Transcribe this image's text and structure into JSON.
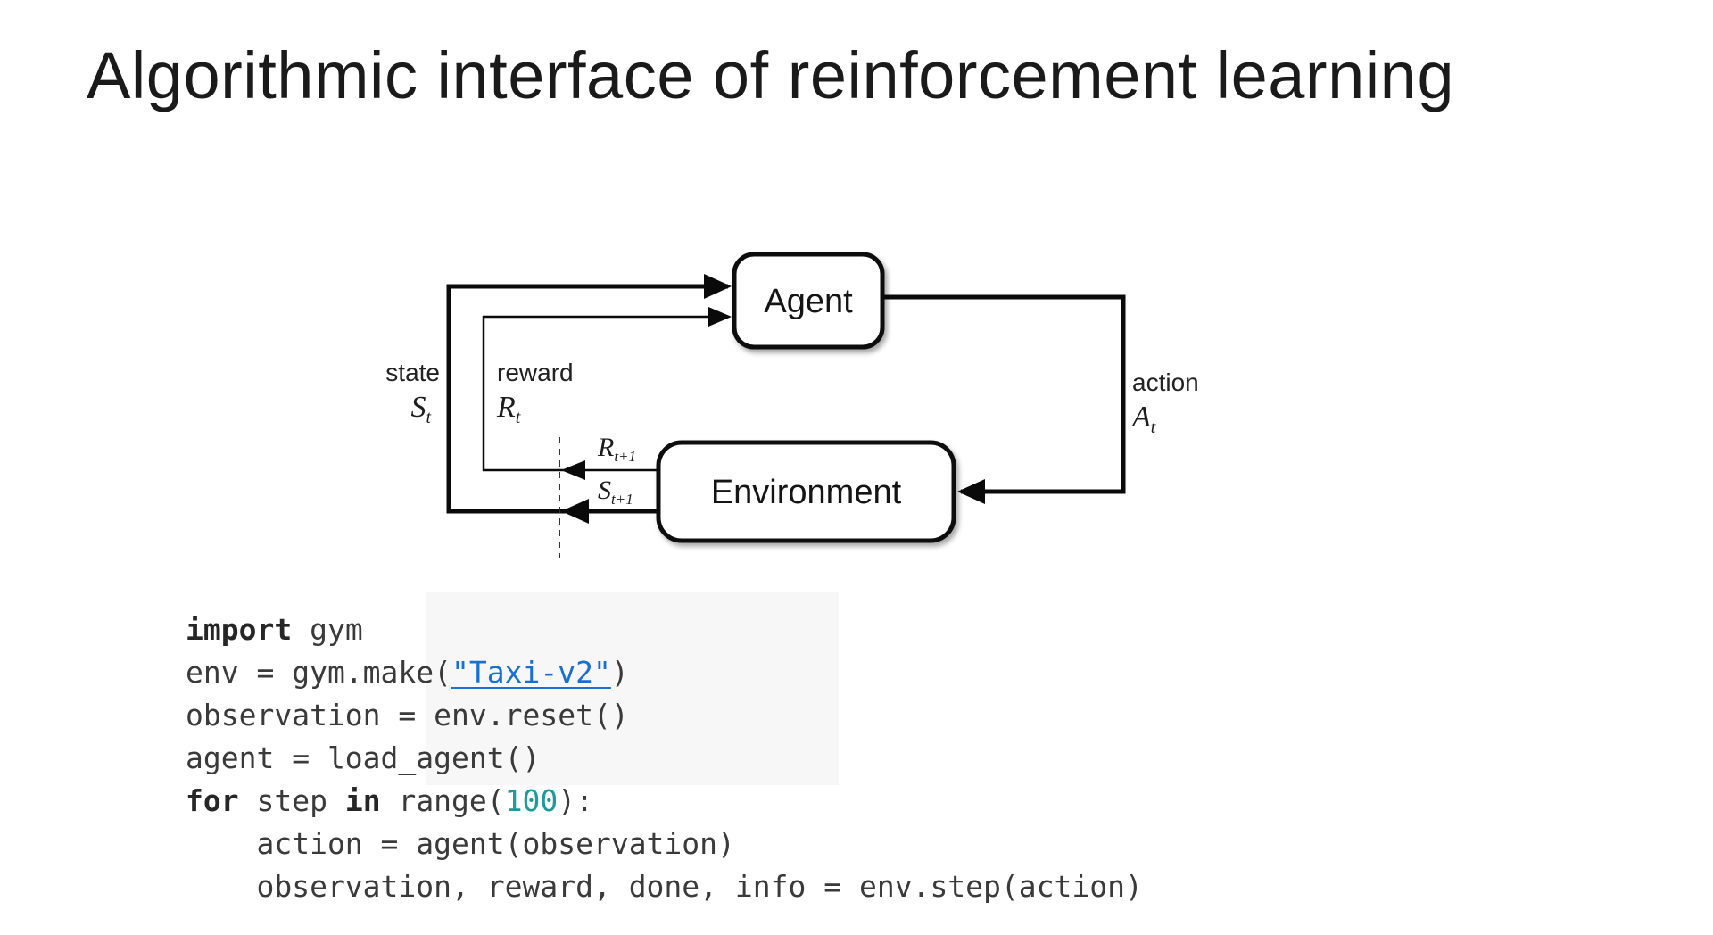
{
  "title": "Algorithmic interface of reinforcement learning",
  "diagram": {
    "agent_label": "Agent",
    "environment_label": "Environment",
    "state": {
      "word": "state",
      "sym": "S",
      "sub": "t"
    },
    "reward": {
      "word": "reward",
      "sym": "R",
      "sub": "t"
    },
    "action": {
      "word": "action",
      "sym": "A",
      "sub": "t"
    },
    "reward_next": {
      "sym": "R",
      "sub": "t+1"
    },
    "state_next": {
      "sym": "S",
      "sub": "t+1"
    }
  },
  "code": {
    "lines": [
      {
        "segments": [
          {
            "text": "import",
            "type": "kw"
          },
          {
            "text": " gym",
            "type": "pl"
          }
        ]
      },
      {
        "segments": [
          {
            "text": "env = gym.make(",
            "type": "pl"
          },
          {
            "text": "\"Taxi-v2\"",
            "type": "lnk"
          },
          {
            "text": ")",
            "type": "pl"
          }
        ]
      },
      {
        "segments": [
          {
            "text": "observation = env.reset()",
            "type": "pl"
          }
        ]
      },
      {
        "segments": [
          {
            "text": "agent = load_agent()",
            "type": "pl"
          }
        ]
      },
      {
        "segments": [
          {
            "text": "for",
            "type": "kw"
          },
          {
            "text": " step ",
            "type": "pl"
          },
          {
            "text": "in",
            "type": "kw"
          },
          {
            "text": " range(",
            "type": "pl"
          },
          {
            "text": "100",
            "type": "num"
          },
          {
            "text": "):",
            "type": "pl"
          }
        ]
      },
      {
        "segments": [
          {
            "text": "    action = agent(observation)",
            "type": "pl"
          }
        ]
      },
      {
        "segments": [
          {
            "text": "    observation, reward, done, info = env.step(action)",
            "type": "pl"
          }
        ]
      }
    ]
  },
  "colors": {
    "link_blue": "#1a6fd3",
    "number_teal": "#1f9a9a",
    "line_black": "#0a0a0a",
    "code_gray": "#3a3a3a"
  }
}
